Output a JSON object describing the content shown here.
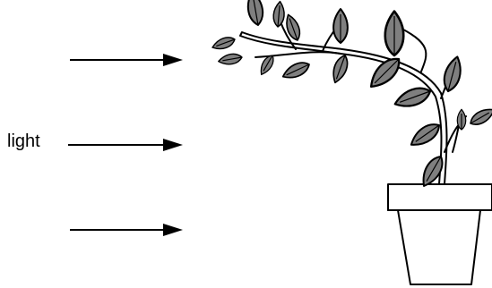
{
  "label": {
    "light": "light"
  },
  "colors": {
    "leaf": "#7f7f7f",
    "outline": "#000000",
    "background": "#ffffff"
  },
  "icons": [
    "light-arrow",
    "plant",
    "pot"
  ]
}
